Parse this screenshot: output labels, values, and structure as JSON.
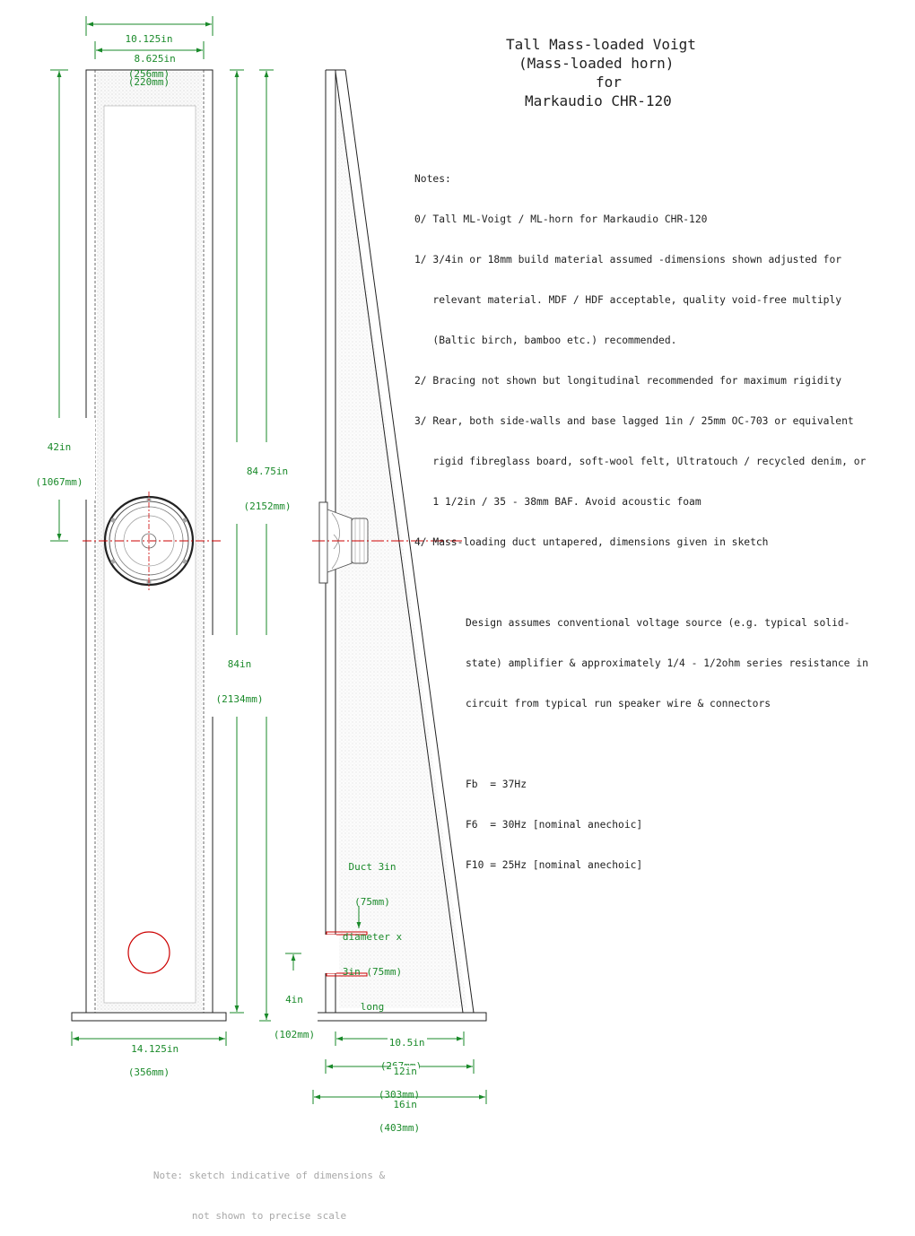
{
  "title": {
    "line1": "Tall Mass-loaded Voigt",
    "line2": "(Mass-loaded horn)",
    "line3": "for",
    "line4": "Markaudio CHR-120"
  },
  "notes": {
    "heading": "Notes:",
    "lines": [
      "0/ Tall ML-Voigt / ML-horn for Markaudio CHR-120",
      "1/ 3/4in or 18mm build material assumed -dimensions shown adjusted for",
      "   relevant material. MDF / HDF acceptable, quality void-free multiply",
      "   (Baltic birch, bamboo etc.) recommended.",
      "2/ Bracing not shown but longitudinal recommended for maximum rigidity",
      "3/ Rear, both side-walls and base lagged 1in / 25mm OC-703 or equivalent",
      "   rigid fibreglass board, soft-wool felt, Ultratouch / recycled denim, or",
      "   1 1/2in / 35 - 38mm BAF. Avoid acoustic foam",
      "4/ Mass-loading duct untapered, dimensions given in sketch"
    ],
    "design_lines": [
      "Design assumes conventional voltage source (e.g. typical solid-",
      "state) amplifier & approximately 1/4 - 1/2ohm series resistance in",
      "circuit from typical run speaker wire & connectors"
    ],
    "freq_lines": [
      "Fb  = 37Hz",
      "F6  = 30Hz [nominal anechoic]",
      "F10 = 25Hz [nominal anechoic]"
    ]
  },
  "dimensions": {
    "front_outer_width": {
      "inch": "10.125in",
      "mm": "(256mm)"
    },
    "front_inner_width": {
      "inch": "8.625in",
      "mm": "(220mm)"
    },
    "driver_height": {
      "inch": "42in",
      "mm": "(1067mm)"
    },
    "total_height": {
      "inch": "84.75in",
      "mm": "(2152mm)"
    },
    "cabinet_height": {
      "inch": "84in",
      "mm": "(2134mm)"
    },
    "base_width": {
      "inch": "14.125in",
      "mm": "(356mm)"
    },
    "duct_note": [
      "Duct 3in",
      "(75mm)",
      "diameter x",
      "3in (75mm)",
      "long"
    ],
    "duct_height": {
      "inch": "4in",
      "mm": "(102mm)"
    },
    "side_inner_depth": {
      "inch": "10.5in",
      "mm": "(267mm)"
    },
    "side_outer_depth": {
      "inch": "12in",
      "mm": "(303mm)"
    },
    "side_base_depth": {
      "inch": "16in",
      "mm": "(403mm)"
    }
  },
  "footnote": {
    "line1": "Note: sketch indicative of dimensions &",
    "line2": "not shown to precise scale"
  },
  "colors": {
    "dimension": "#1a8a2a",
    "centerline": "#cc0000",
    "outline": "#222222",
    "lagging": "#c9c9c9"
  }
}
